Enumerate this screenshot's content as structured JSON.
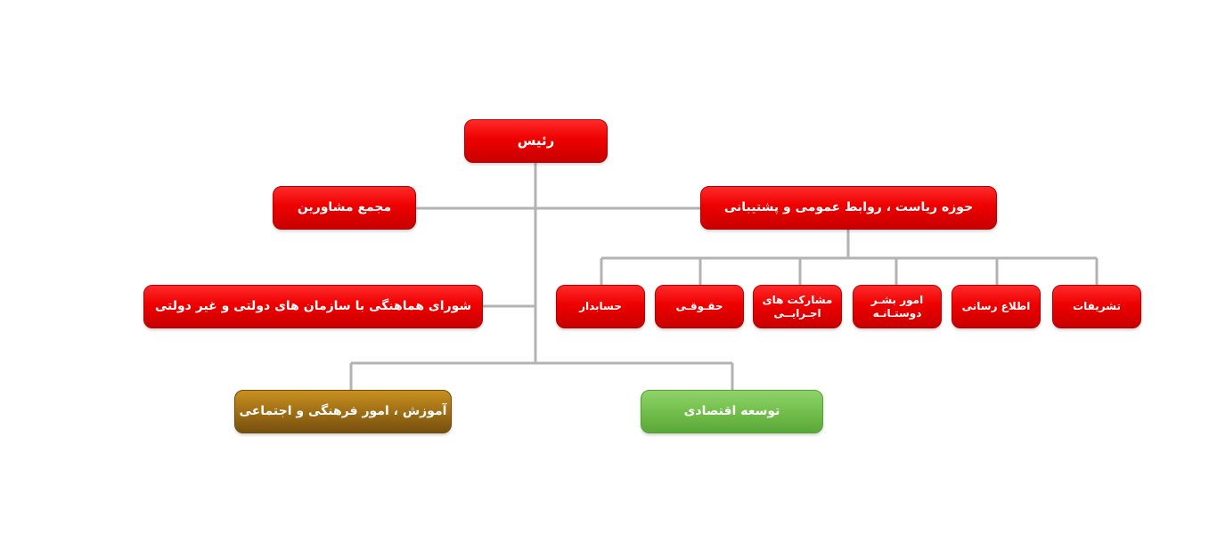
{
  "colors": {
    "node_red": "#e60000",
    "node_green": "#74c04e",
    "node_brown": "#9a6a14",
    "connector": "#b3b3b3",
    "text": "#ffffff"
  },
  "nodes": {
    "head": "رئیس",
    "advisors": "مجمع مشاورین",
    "presidency": "حوزه ریاست ، روابط عمومی و پشتیبانی",
    "coordination_council": "شورای هماهنگی با سازمان های دولتی و غیر دولتی",
    "accountant": "حسابدار",
    "legal": "حقـوقـی",
    "executive_participation": "مشارکت های\nاجـرایــی",
    "humanitarian_affairs": "امور بشـر\nدوستـانـه",
    "information": "اطلاع رسانی",
    "protocol": "تشریفات",
    "education_culture_social": "آموزش ، امور فرهنگی و اجتماعی",
    "economic_development": "توسعه اقتصادی"
  }
}
